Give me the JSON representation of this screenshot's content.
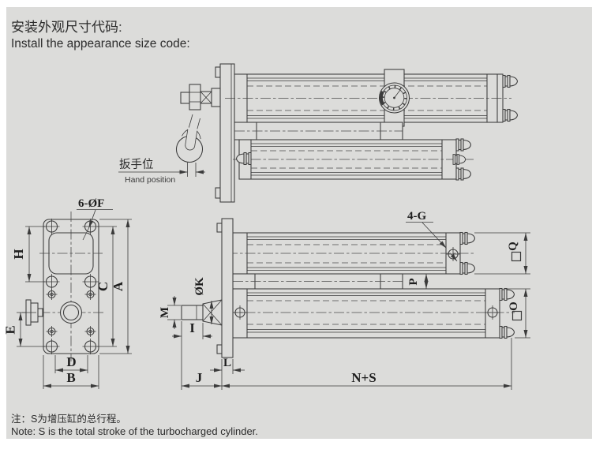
{
  "page": {
    "title_zh": "安装外观尺寸代码:",
    "title_en": "Install the appearance size code:",
    "background": "#dcdcda",
    "line_color": "#3b3b3b"
  },
  "top_view": {
    "hand_position_zh": "扳手位",
    "hand_position_en": "Hand position"
  },
  "front_view": {
    "callout": "6-ØF",
    "dims": {
      "h": "H",
      "c": "C",
      "a": "A",
      "e": "E",
      "d": "D",
      "b": "B"
    }
  },
  "side_view": {
    "callout": "4-G",
    "dims": {
      "m": "M",
      "i": "I",
      "k": "ØK",
      "l": "L",
      "j": "J",
      "ns": "N+S",
      "q": "Q",
      "p": "P",
      "o": "O"
    }
  },
  "note": {
    "zh": "注：S为增压缸的总行程。",
    "en": "Note: S is the total stroke of the turbocharged cylinder."
  }
}
